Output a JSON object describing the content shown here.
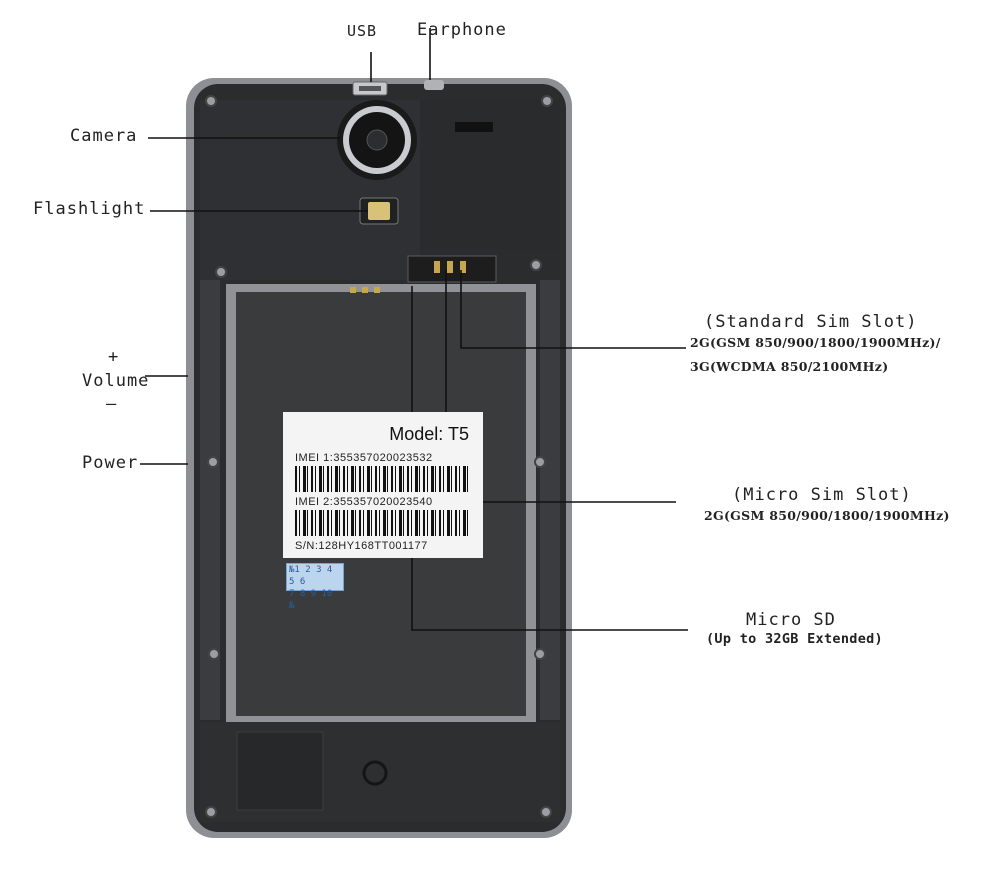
{
  "labels": {
    "usb": "USB",
    "earphone": "Earphone",
    "camera": "Camera",
    "flashlight": "Flashlight",
    "volume_plus": "+",
    "volume": "Volume",
    "volume_minus": "–",
    "power": "Power",
    "standard_sim_title": "(Standard Sim Slot)",
    "standard_sim_line1": "2G(GSM 850/900/1800/1900MHz)/",
    "standard_sim_line2": "3G(WCDMA 850/2100MHz)",
    "micro_sim_title": "(Micro Sim Slot)",
    "micro_sim_line1": "2G(GSM 850/900/1800/1900MHz)",
    "micro_sd_title": "Micro SD",
    "micro_sd_line1": "(Up to 32GB Extended)"
  },
  "sticker": {
    "model": "Model: T5",
    "imei1": "IMEI 1:355357020023532",
    "imei2": "IMEI 2:355357020023540",
    "sn": "S/N:128HY168TT001177"
  },
  "qc_sticker": {
    "row1": "№1 2 3 4 5 6",
    "row2": "7 8 9 10 №"
  },
  "colors": {
    "body": "#2b2c2e",
    "frame": "#6e7075",
    "battery_area": "#3a3b3d",
    "leader_line": "#111111"
  }
}
